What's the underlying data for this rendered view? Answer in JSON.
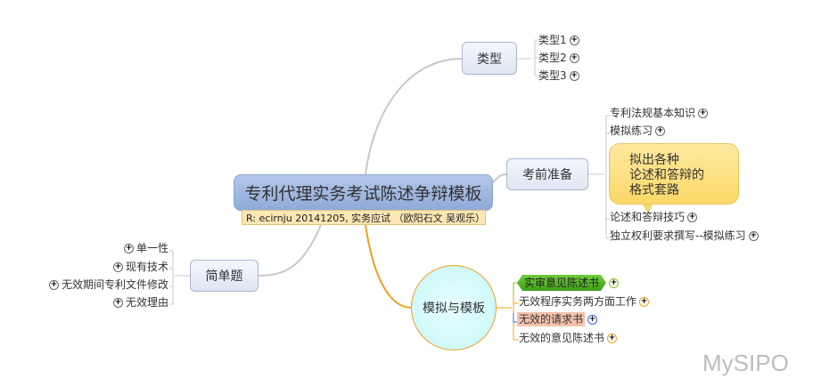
{
  "central": {
    "title": "专利代理实务考试陈述争辩模板",
    "note": "R: ecirnju 20141205, 实务应试 （欧阳石文 吴观乐）"
  },
  "branches": {
    "types": {
      "label": "类型",
      "children": [
        "类型1",
        "类型2",
        "类型3"
      ]
    },
    "prep": {
      "label": "考前准备",
      "children": [
        "专利法规基本知识",
        "模拟练习",
        "论述和答辩技巧",
        "独立权利要求撰写--模拟练习"
      ],
      "callout": [
        "拟出各种",
        "论述和答辩的",
        "格式套路"
      ]
    },
    "simple": {
      "label": "简单题",
      "children": [
        "单一性",
        "现有技术",
        "无效期间专利文件修改",
        "无效理由"
      ]
    },
    "mock": {
      "label": "模拟与模板",
      "children": [
        "实审意见陈述书",
        "无效程序实务两方面工作",
        "无效的请求书",
        "无效的意见陈述书"
      ]
    }
  },
  "watermark": "MySIPO",
  "colors": {
    "mock_branch": "#f0a020",
    "connector": "#c8c8c8"
  }
}
